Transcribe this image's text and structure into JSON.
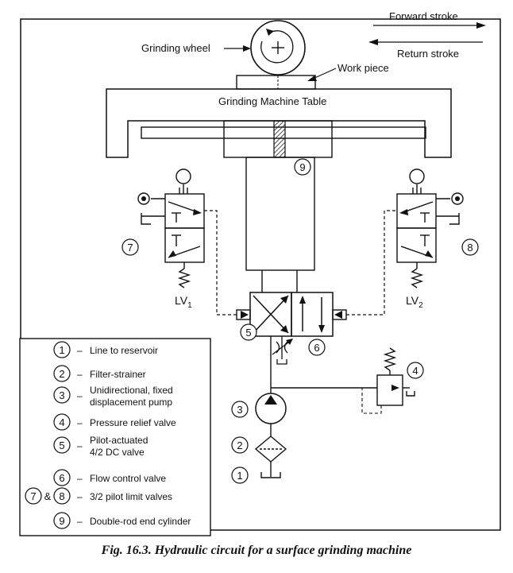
{
  "labels": {
    "forward_stroke": "Forward stroke",
    "return_stroke": "Return stroke",
    "grinding_wheel": "Grinding wheel",
    "work_piece": "Work piece",
    "table": "Grinding Machine Table",
    "lv1_main": "LV",
    "lv1_sub": "1",
    "lv2_main": "LV",
    "lv2_sub": "2"
  },
  "numbers": {
    "n1": "1",
    "n2": "2",
    "n3": "3",
    "n4": "4",
    "n5": "5",
    "n6": "6",
    "n7": "7",
    "n8": "8",
    "n9": "9"
  },
  "legend": {
    "dash": "–",
    "amp": "&",
    "items": [
      {
        "num": "1",
        "lines": [
          "Line to reservoir"
        ]
      },
      {
        "num": "2",
        "lines": [
          "Filter-strainer"
        ]
      },
      {
        "num": "3",
        "lines": [
          "Unidirectional, fixed",
          "displacement pump"
        ]
      },
      {
        "num": "4",
        "lines": [
          "Pressure relief valve"
        ]
      },
      {
        "num": "5",
        "lines": [
          "Pilot-actuated",
          "4/2 DC valve"
        ]
      },
      {
        "num": "6",
        "lines": [
          "Flow control valve"
        ]
      },
      {
        "num": "7",
        "num2": "8",
        "lines": [
          "3/2 pilot limit valves"
        ]
      },
      {
        "num": "9",
        "lines": [
          "Double-rod end cylinder"
        ]
      }
    ]
  },
  "caption": "Fig. 16.3. Hydraulic circuit for a surface grinding machine"
}
